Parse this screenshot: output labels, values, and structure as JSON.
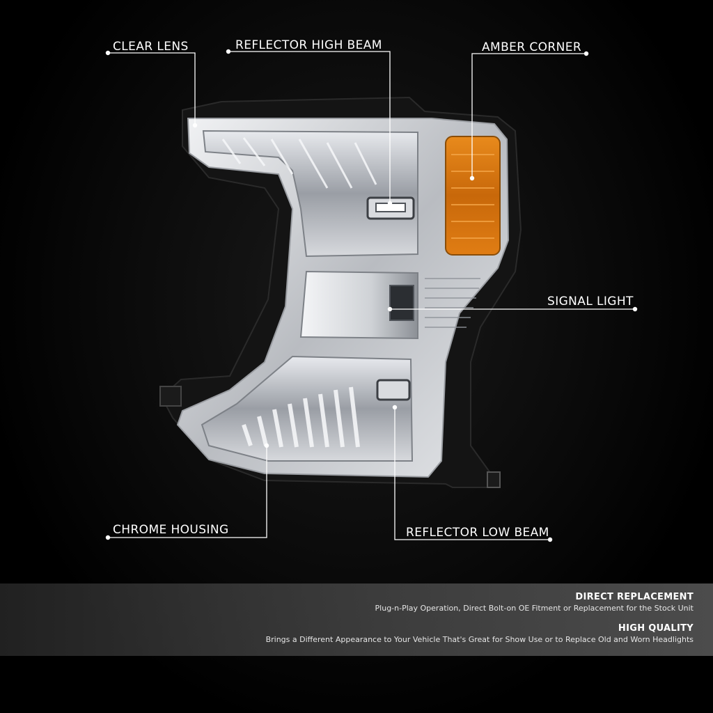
{
  "callouts": {
    "clear_lens": "CLEAR LENS",
    "reflector_high_beam": "REFLECTOR HIGH BEAM",
    "amber_corner": "AMBER CORNER",
    "signal_light": "SIGNAL LIGHT",
    "chrome_housing": "CHROME HOUSING",
    "reflector_low_beam": "REFLECTOR LOW BEAM"
  },
  "features": [
    {
      "heading": "DIRECT REPLACEMENT",
      "description": "Plug-n-Play Operation, Direct Bolt-on OE Fitment or Replacement for the Stock Unit"
    },
    {
      "heading": "HIGH QUALITY",
      "description": "Brings a Different Appearance to Your Vehicle That's Great for Show Use or to Replace Old and Worn Headlights"
    }
  ],
  "colors": {
    "background": "#000000",
    "amber": "#d9780f",
    "chrome": "#c9ccd0"
  }
}
